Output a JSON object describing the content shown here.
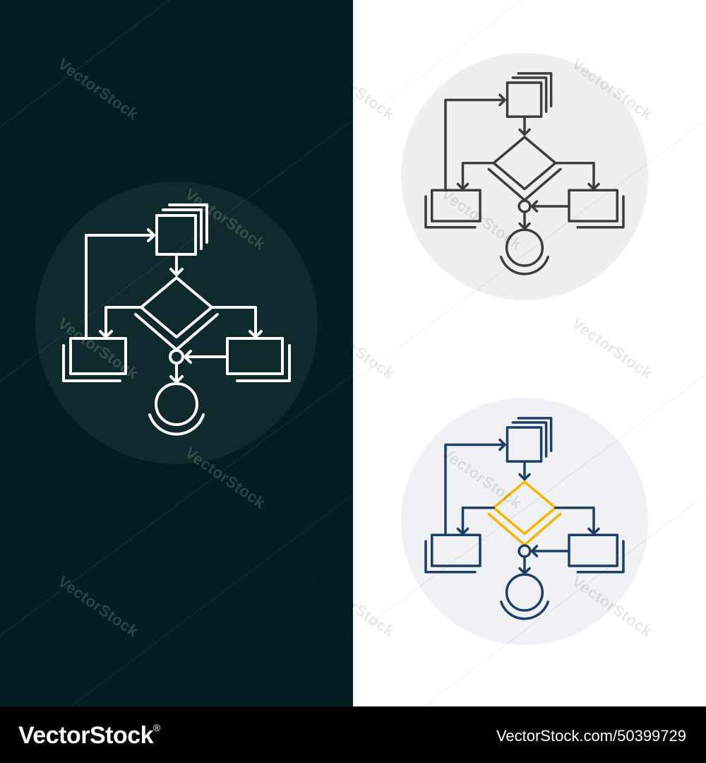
{
  "watermark": {
    "text": "VectorStock"
  },
  "footer": {
    "brand": "VectorStock",
    "brand_registered": "®",
    "image_id": "VectorStock.com/50399729"
  },
  "icons": [
    {
      "variant": "outline-white",
      "stroke": "#ffffff",
      "accent": "#ffffff",
      "background": "#0f2a2d"
    },
    {
      "variant": "outline-gray",
      "stroke": "#3c3c3c",
      "accent": "#3c3c3c",
      "background": "#efefef"
    },
    {
      "variant": "outline-color",
      "stroke": "#1d3f66",
      "accent": "#f7b500",
      "background": "#eff1f4"
    }
  ],
  "colors": {
    "dark_panel": "#031e22",
    "light_panel": "#ffffff",
    "footer": "#000000"
  }
}
